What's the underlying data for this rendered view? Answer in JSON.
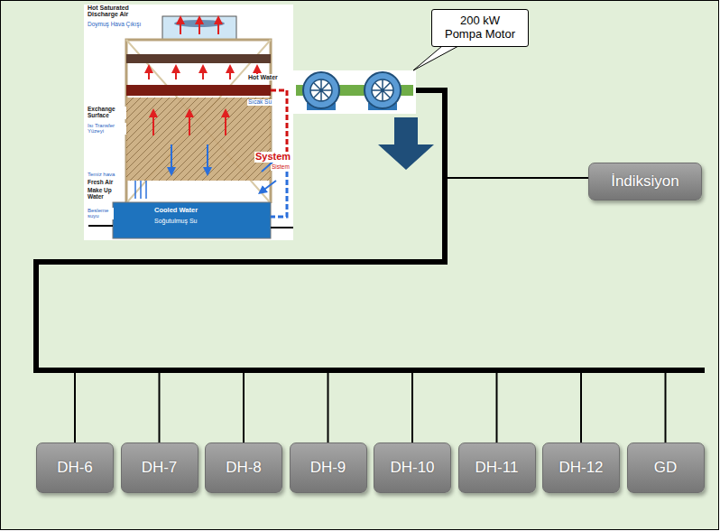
{
  "diagram": {
    "nodes": [
      {
        "text": [
          "200 kW Pompa Motor"
        ]
      },
      {
        "text": [
          "İndiksiyon"
        ]
      },
      {
        "text": [
          "DH-6"
        ]
      },
      {
        "text": [
          "DH-7"
        ]
      },
      {
        "text": [
          "DH-8"
        ]
      },
      {
        "text": [
          "DH-9"
        ]
      },
      {
        "text": [
          "DH-10"
        ]
      },
      {
        "text": [
          "DH-11"
        ]
      },
      {
        "text": [
          "DH-12"
        ]
      },
      {
        "text": [
          "GD"
        ]
      }
    ],
    "labels": [
      "Hot Saturated Discharge Air",
      "Doymuş Hava Çıkışı",
      "Hot Water",
      "Sıcak Su",
      "Exchange Surface",
      "Isı Transfer Yüzeyi",
      "System",
      "Sistem",
      "Temiz hava",
      "Fresh Air",
      "Make Up Water",
      "Besleme suyu",
      "Cooled Water",
      "Soğutulmuş Su"
    ]
  }
}
